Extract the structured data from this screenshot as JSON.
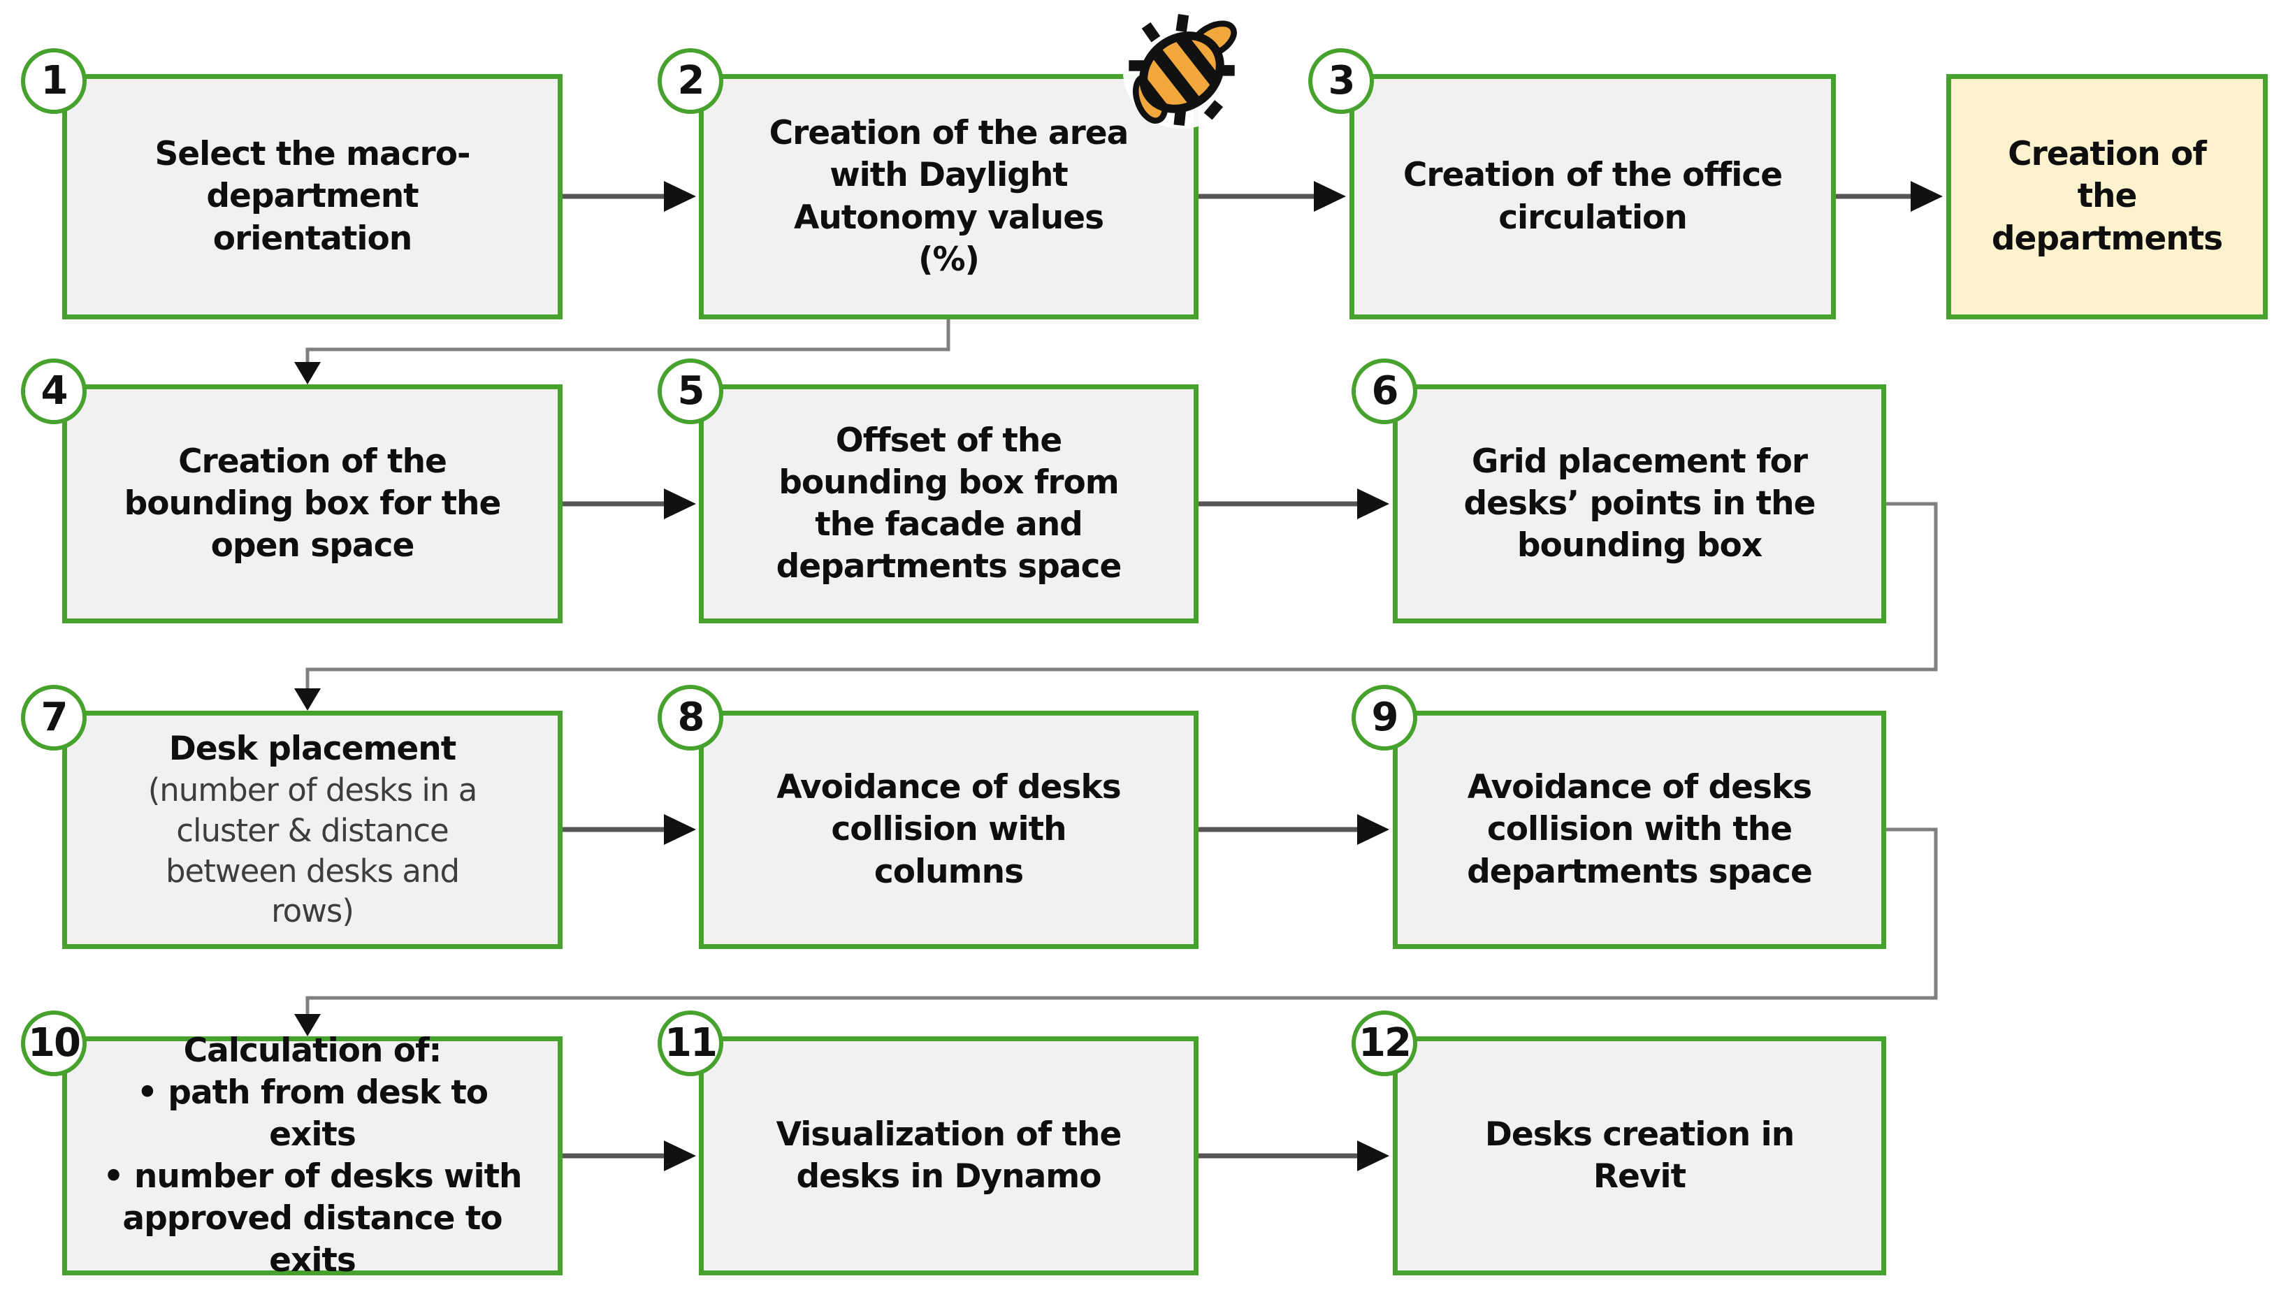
{
  "diagram": {
    "type": "flowchart",
    "description_colors": {
      "box_border_green": "#46a12d",
      "box_fill_gray": "#f1f1f1",
      "highlight_fill_yellow": "#fcf2ce",
      "connector_gray": "#7f7f7f",
      "arrow_black": "#111111",
      "bee_orange": "#f2a73d",
      "text_black": "#0e0e0e",
      "subtext_gray": "#3d3d3d"
    }
  },
  "steps": [
    {
      "number": "1",
      "label": "Select the macro-department orientation"
    },
    {
      "number": "2",
      "label": "Creation of the area with Daylight Autonomy values (%)"
    },
    {
      "number": "3",
      "label": "Creation of the office circulation"
    },
    {
      "number": "4",
      "label": "Creation of the bounding box for the open space"
    },
    {
      "number": "5",
      "label": "Offset of the bounding box from the facade and departments space"
    },
    {
      "number": "6",
      "label": "Grid placement for desks’ points in the bounding box"
    },
    {
      "number": "7",
      "label": "Desk placement",
      "sublabel": "(number of desks in a cluster & distance between desks and rows)"
    },
    {
      "number": "8",
      "label": "Avoidance of desks collision with columns"
    },
    {
      "number": "9",
      "label": "Avoidance of desks collision with the departments space"
    },
    {
      "number": "10",
      "label": "Calculation of:",
      "bullets": [
        "• path from desk to exits",
        "• number of desks with approved distance to exits"
      ]
    },
    {
      "number": "11",
      "label": "Visualization of the desks in Dynamo"
    },
    {
      "number": "12",
      "label": "Desks creation in Revit"
    }
  ],
  "highlight_box": {
    "label": "Creation of the departments"
  },
  "icons": {
    "bee": "honeybee-plugin-logo"
  }
}
